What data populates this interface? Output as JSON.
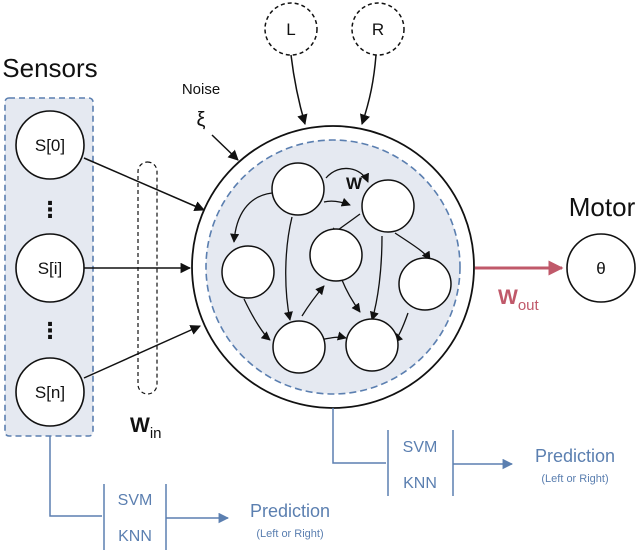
{
  "labels": {
    "sensors_title": "Sensors",
    "motor_title": "Motor",
    "noise": "Noise",
    "xi": "ξ",
    "w": "W",
    "w_in_main": "W",
    "w_in_sub": "in",
    "w_out_main": "W",
    "w_out_sub": "out",
    "theta": "θ"
  },
  "top_inputs": [
    "L",
    "R"
  ],
  "sensors": [
    "S[0]",
    "S[i]",
    "S[n]"
  ],
  "ellipsis": "⋮",
  "classifier_bottom": {
    "svm": "SVM",
    "knn": "KNN",
    "prediction": "Prediction",
    "prediction_note": "(Left or Right)"
  },
  "classifier_right": {
    "svm": "SVM",
    "knn": "KNN",
    "prediction": "Prediction",
    "prediction_note": "(Left or Right)"
  },
  "colors": {
    "blue": "#5b7fb0",
    "panel_fill": "#e5e9f1",
    "red": "#c0596a",
    "stroke": "#111111"
  }
}
